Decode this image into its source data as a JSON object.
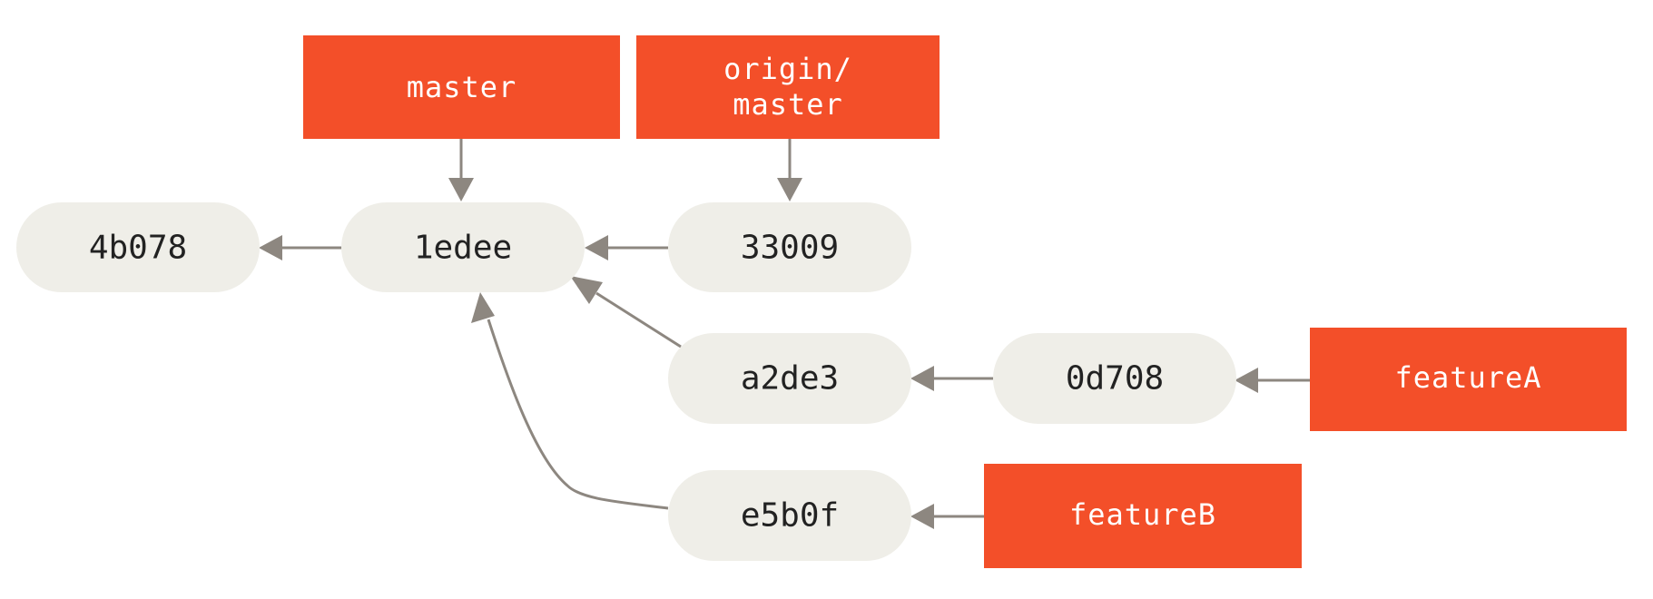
{
  "commits": {
    "c4b078": "4b078",
    "c1edee": "1edee",
    "c33009": "33009",
    "ca2de3": "a2de3",
    "c0d708": "0d708",
    "ce5b0f": "e5b0f"
  },
  "refs": {
    "master": "master",
    "origin_master_line1": "origin/",
    "origin_master_line2": "master",
    "featureA": "featureA",
    "featureB": "featureB"
  },
  "colors": {
    "ref_fill": "#f34f29",
    "commit_fill": "#efeee8",
    "edge": "#8d8780",
    "ref_text": "#ffffff",
    "commit_text": "#222222"
  }
}
